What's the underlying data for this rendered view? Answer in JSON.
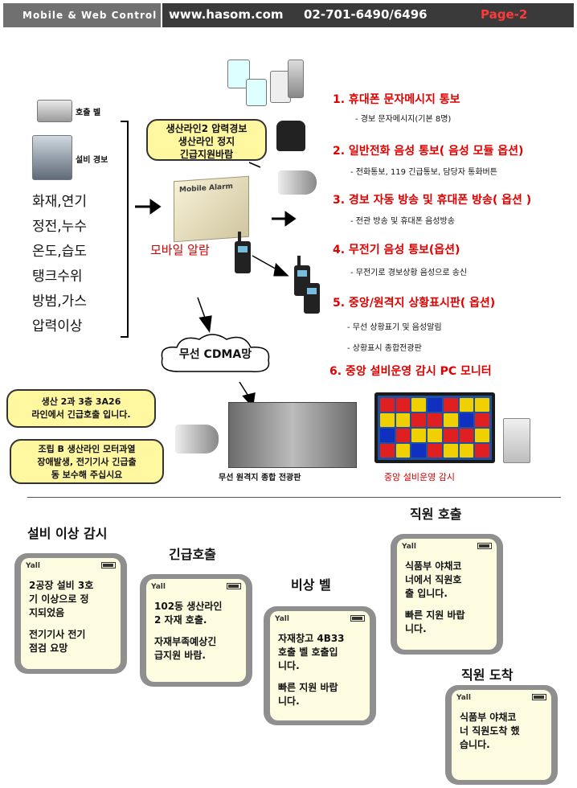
{
  "header": {
    "brand": "Mobile & Web Control",
    "url": "www.hasom.com",
    "phone": "02-701-6490/6496",
    "page": "Page-2"
  },
  "devices": {
    "call_bell_label": "호출 벨",
    "equipment_label": "설비 경보",
    "alarm_sources": [
      "화재,연기",
      "정전,누수",
      "온도,습도",
      "탱크수위",
      "방범,가스",
      "압력이상"
    ]
  },
  "center": {
    "bubble_lines": [
      "생산라인2 압력경보",
      "생산라인 정지",
      "긴급지원바람"
    ],
    "alarm_device_text": "Mobile Alarm",
    "alarm_caption": "모바일 알람",
    "cloud_label": "무선 CDMA망"
  },
  "features": [
    {
      "title": "1. 휴대폰 문자메시지 통보",
      "subs": [
        "- 경보 문자메시지(기본 8명)"
      ]
    },
    {
      "title": "2. 일반전화 음성 통보( 음성 모듈 옵션)",
      "subs": [
        "- 전화통보, 119 긴급통보, 담당자 통화버튼"
      ]
    },
    {
      "title": "3. 경보 자동 방송 및 휴대폰 방송( 옵션 )",
      "subs": [
        "- 전관 방송 및 휴대폰 음성방송"
      ]
    },
    {
      "title": "4. 무전기 음성 통보(옵션)",
      "subs": [
        "- 무전기로 경보상황 음성으로 송신"
      ]
    },
    {
      "title": "5. 중앙/원격지 상황표시판( 옵션)",
      "subs": [
        "- 무선 상황표기 및 음성알림",
        "- 상황표시 종합전광판"
      ]
    },
    {
      "title": "6. 중앙 설비운영 감시 PC 모니터",
      "subs": []
    }
  ],
  "broadcast": {
    "bubble1": [
      "생산 2과 3층 3A26",
      "라인에서 긴급호출 입니다."
    ],
    "bubble2": [
      "조립 B 생산라인 모터과열",
      "장애발생, 전기기사 긴급출",
      "동 보수해 주십시요"
    ],
    "rack_caption": "무선 원격지 종합 전광판",
    "monitor_caption": "중앙 설비운영 감시"
  },
  "phones": [
    {
      "title": "설비 이상 감시",
      "lines": [
        "2공장 설비 3호",
        "기 이상으로 정",
        "지되었음"
      ],
      "lines2": [
        "전기기사 전기",
        "점검 요망"
      ]
    },
    {
      "title": "긴급호출",
      "lines": [
        "102동 생산라인",
        "2 자재 호출."
      ],
      "lines2": [
        "자재부족예상긴",
        "급지원 바람."
      ]
    },
    {
      "title": "비상 벨",
      "lines": [
        "자재창고 4B33",
        "호출 벨 호출입",
        "니다."
      ],
      "lines2": [
        "빠른 지원 바랍",
        "니다."
      ]
    },
    {
      "title": "직원 호출",
      "lines": [
        "식품부 야채코",
        "너에서 직원호",
        "출 입니다."
      ],
      "lines2": [
        "빠른 지원 바랍",
        "니다."
      ]
    },
    {
      "title": "직원 도착",
      "lines": [
        "식품부 야채코",
        "너 직원도착 했",
        "습니다."
      ],
      "lines2": []
    }
  ],
  "phone_signal": "Yall",
  "colors": {
    "accent_red": "#e00000",
    "bubble_yellow": "#fff8a0",
    "header_dark": "#3a3a3a"
  }
}
